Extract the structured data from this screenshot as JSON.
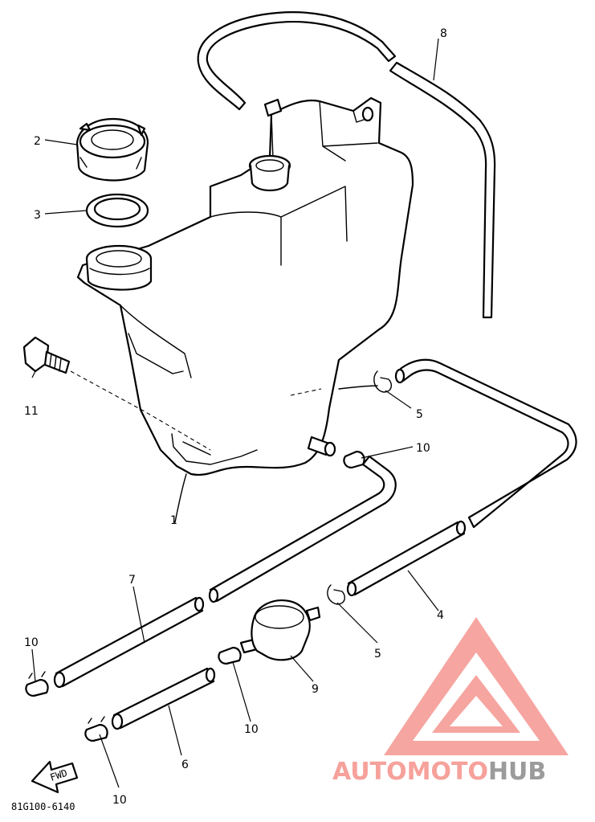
{
  "callouts": {
    "c1": "1",
    "c2": "2",
    "c3": "3",
    "c4": "4",
    "c5a": "5",
    "c5b": "5",
    "c6": "6",
    "c7": "7",
    "c8": "8",
    "c9": "9",
    "c10a": "10",
    "c10b": "10",
    "c10c": "10",
    "c10d": "10",
    "c11": "11"
  },
  "arrow_label": "FWD",
  "diagram_code": "81G100-6140",
  "watermark": {
    "part1": "AUTOMOTO",
    "part2": "HUB",
    "color_primary": "#f4a09a",
    "color_secondary": "#9b9b9b"
  }
}
